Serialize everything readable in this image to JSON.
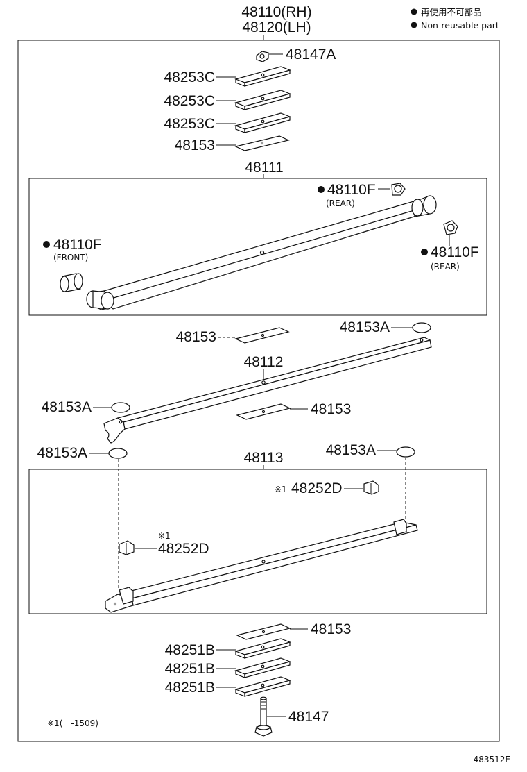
{
  "header": {
    "part_rh": "48110(RH)",
    "part_lh": "48120(LH)"
  },
  "legend": {
    "line_jp": "再使用不可部品",
    "line_en": "Non-reusable part"
  },
  "parts": {
    "p48147A": "48147A",
    "p48253C_1": "48253C",
    "p48253C_2": "48253C",
    "p48253C_3": "48253C",
    "p48153_top": "48153",
    "p48111": "48111",
    "p48110F_rear_top": "48110F",
    "rear_top_note": "(REAR)",
    "p48110F_front": "48110F",
    "front_note": "(FRONT)",
    "p48110F_rear_right": "48110F",
    "rear_right_note": "(REAR)",
    "p48153_mid1": "48153",
    "p48153A_right1": "48153A",
    "p48112": "48112",
    "p48153A_left1": "48153A",
    "p48153_mid2": "48153",
    "p48153A_left2": "48153A",
    "p48113": "48113",
    "p48153A_right2": "48153A",
    "p48252D_right": "48252D",
    "mark_right": "※1",
    "mark_left": "※1",
    "p48252D_left": "48252D",
    "p48153_bottom": "48153",
    "p48251B_1": "48251B",
    "p48251B_2": "48251B",
    "p48251B_3": "48251B",
    "p48147": "48147"
  },
  "footnote": "※1(　-1509)",
  "diagram_id": "483512E"
}
